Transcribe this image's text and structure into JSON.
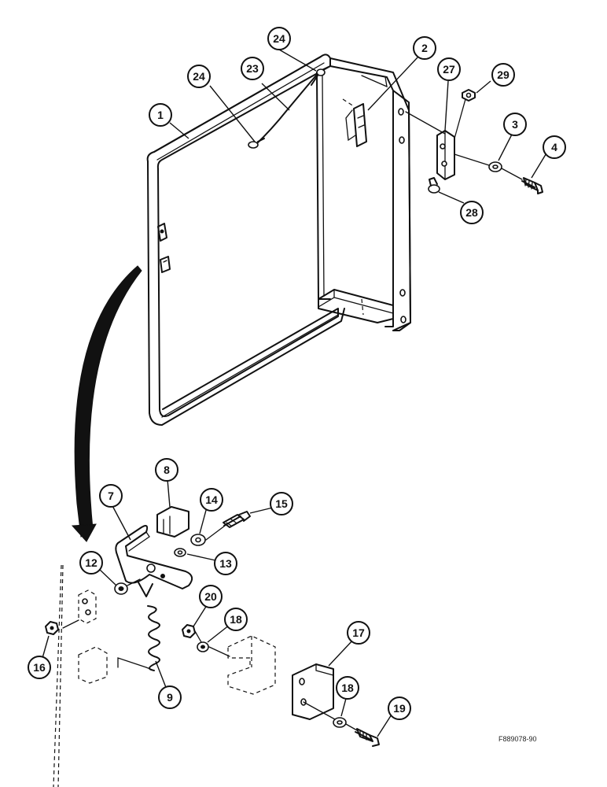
{
  "figure_id": "F889078-90",
  "callouts": [
    {
      "id": "c1",
      "label": "1"
    },
    {
      "id": "c2",
      "label": "2"
    },
    {
      "id": "c3",
      "label": "3"
    },
    {
      "id": "c4",
      "label": "4"
    },
    {
      "id": "c7",
      "label": "7"
    },
    {
      "id": "c8",
      "label": "8"
    },
    {
      "id": "c9",
      "label": "9"
    },
    {
      "id": "c12",
      "label": "12"
    },
    {
      "id": "c13",
      "label": "13"
    },
    {
      "id": "c14",
      "label": "14"
    },
    {
      "id": "c15",
      "label": "15"
    },
    {
      "id": "c16",
      "label": "16"
    },
    {
      "id": "c17",
      "label": "17"
    },
    {
      "id": "c18a",
      "label": "18"
    },
    {
      "id": "c18b",
      "label": "18"
    },
    {
      "id": "c19",
      "label": "19"
    },
    {
      "id": "c20",
      "label": "20"
    },
    {
      "id": "c23",
      "label": "23"
    },
    {
      "id": "c24a",
      "label": "24"
    },
    {
      "id": "c24b",
      "label": "24"
    },
    {
      "id": "c27",
      "label": "27"
    },
    {
      "id": "c28",
      "label": "28"
    },
    {
      "id": "c29",
      "label": "29"
    }
  ]
}
